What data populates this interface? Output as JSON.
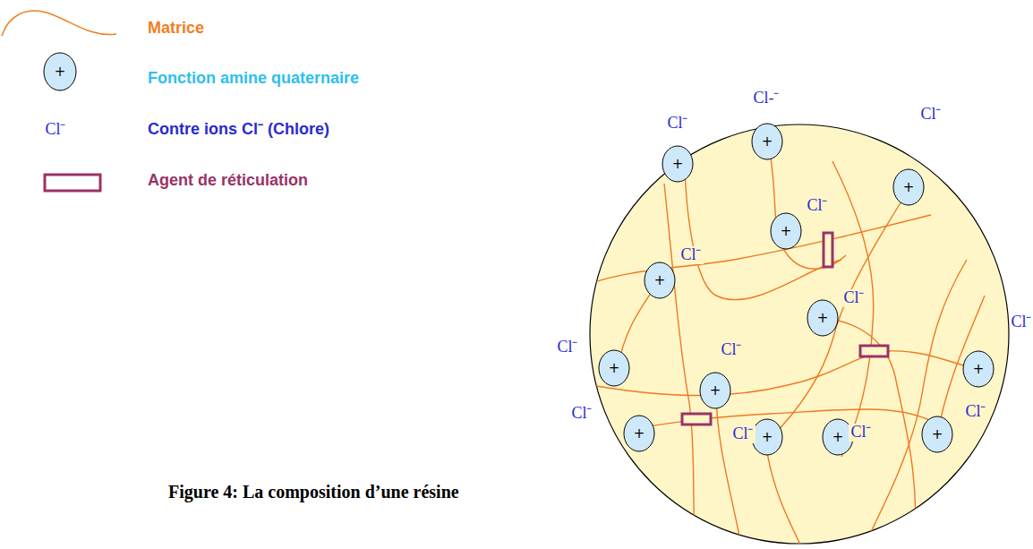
{
  "diagram": {
    "caption": "Figure 4: La composition d’une résine",
    "nodes": [
      {
        "text": [
          "+"
        ]
      },
      {
        "text": [
          "+"
        ]
      },
      {
        "text": [
          "+"
        ]
      },
      {
        "text": [
          "+"
        ]
      },
      {
        "text": [
          "+"
        ]
      },
      {
        "text": [
          "+"
        ]
      },
      {
        "text": [
          "+"
        ]
      },
      {
        "text": [
          "+"
        ]
      },
      {
        "text": [
          "+"
        ]
      },
      {
        "text": [
          "+"
        ]
      },
      {
        "text": [
          "+"
        ]
      },
      {
        "text": [
          "+"
        ]
      },
      {
        "text": [
          "+"
        ]
      }
    ],
    "labels": [
      "+",
      "Cl⁻",
      "Cl-⁻",
      "Cl⁻",
      "Cl⁻",
      "Cl⁻",
      "Cl⁻",
      "Cl⁻",
      "Cl⁻",
      "Cl⁻",
      "Cl⁻",
      "Cl⁻",
      "Cl⁻",
      "Cl⁻",
      "Cl⁻"
    ],
    "legend": [
      {
        "text": "Matrice"
      },
      {
        "text": "Fonction amine quaternaire"
      },
      {
        "text": "Contre ions Cl⁻ (Chlore)"
      },
      {
        "text": "Agent de réticulation"
      }
    ]
  }
}
